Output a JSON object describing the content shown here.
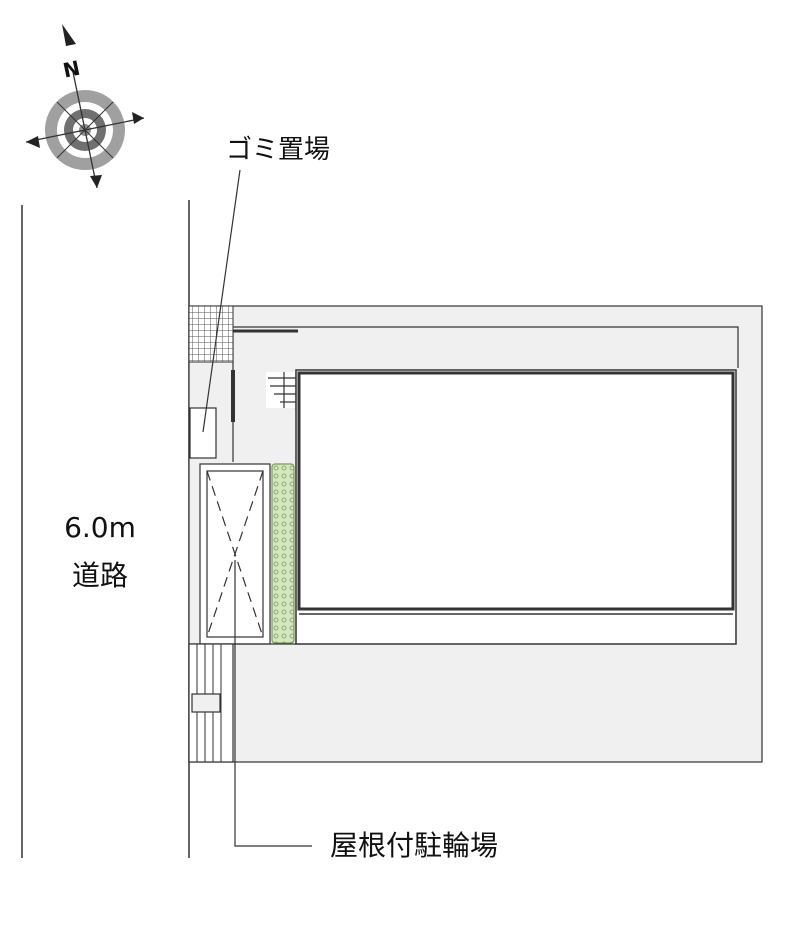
{
  "compass": {
    "north_label": "N",
    "icon": "compass-rose-icon"
  },
  "labels": {
    "garbage": "ゴミ置場",
    "road_width": "6.0m",
    "road": "道路",
    "bicycle": "屋根付駐輪場"
  },
  "colors": {
    "line": "#333333",
    "building_fill": "#ffffff",
    "site_fill": "#f0f0f0",
    "hedge_fill": "#d4e8c0",
    "hedge_stroke": "#7a9a5a"
  }
}
